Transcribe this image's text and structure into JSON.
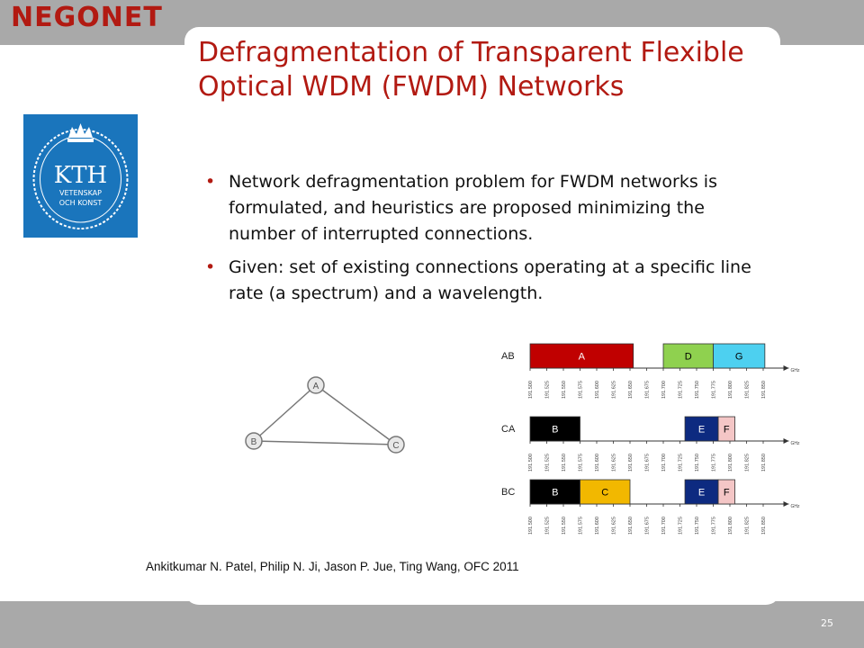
{
  "header": {
    "brand": "NEGONET"
  },
  "slide": {
    "title": "Defragmentation of Transparent Flexible Optical WDM (FWDM) Networks",
    "bullets": [
      "Network defragmentation problem for FWDM networks is formulated, and heuristics are proposed minimizing the number of interrupted connections.",
      "Given: set of existing connections operating at a specific line rate (a spectrum)  and a wavelength."
    ],
    "citation": "Ankitkumar N. Patel, Philip N. Ji, Jason P. Jue, Ting Wang, OFC 2011",
    "page_number": "25"
  },
  "logo": {
    "text_main": "KTH",
    "text_line1": "VETENSKAP",
    "text_line2": "OCH KONST",
    "color": "#1a75bc"
  },
  "network_graph": {
    "nodes": [
      "A",
      "B",
      "C"
    ]
  },
  "spectrum_figure": {
    "axis_unit": "GHz",
    "ticks": [
      "191.500",
      "191.525",
      "191.550",
      "191.575",
      "191.600",
      "191.625",
      "191.650",
      "191.675",
      "191.700",
      "191.725",
      "191.750",
      "191.775",
      "191.800",
      "191.825",
      "191.850"
    ],
    "links": [
      {
        "name": "AB",
        "blocks": [
          {
            "label": "A",
            "color": "#c00000"
          },
          {
            "label": "D",
            "color": "#8fd14f"
          },
          {
            "label": "G",
            "color": "#4dd0f0"
          }
        ]
      },
      {
        "name": "CA",
        "blocks": [
          {
            "label": "B",
            "color": "#000000"
          },
          {
            "label": "E",
            "color": "#0d2a80"
          },
          {
            "label": "F",
            "color": "#f4c6c6"
          }
        ]
      },
      {
        "name": "BC",
        "blocks": [
          {
            "label": "B",
            "color": "#000000"
          },
          {
            "label": "C",
            "color": "#f2b800"
          },
          {
            "label": "E",
            "color": "#0d2a80"
          },
          {
            "label": "F",
            "color": "#f4c6c6"
          }
        ]
      }
    ]
  }
}
